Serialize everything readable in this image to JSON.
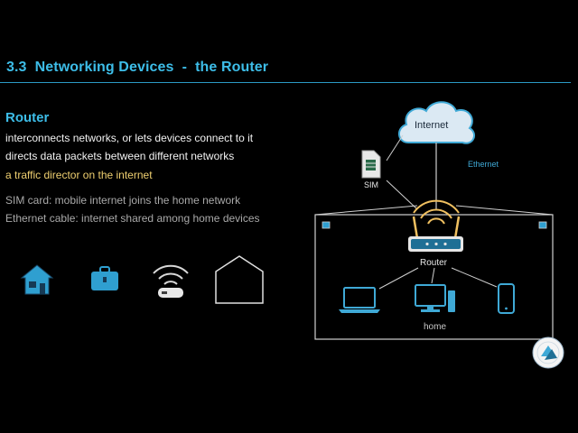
{
  "slide": {
    "title": "3.3  Networking Devices  -  the Router"
  },
  "content": {
    "heading": "Router",
    "line1": "interconnects networks, or lets devices connect to it",
    "line2": "directs data packets between different networks",
    "highlight": "a traffic director on the internet",
    "sim_line": "SIM card:  mobile internet joins the home network",
    "ethernet_line": "Ethernet cable:  internet shared among home devices"
  },
  "icon_row": [
    {
      "icon": "house-icon"
    },
    {
      "icon": "briefcase-icon"
    },
    {
      "icon": "wifi-router-icon"
    },
    {
      "icon": "house-outline-icon"
    }
  ],
  "diagram": {
    "internet_label": "Internet",
    "sim_label": "SIM",
    "ethernet_label": "Ethernet",
    "router_label": "Router",
    "home_label": "home",
    "devices": [
      {
        "icon": "laptop-icon"
      },
      {
        "icon": "desktop-computer-icon"
      },
      {
        "icon": "smartphone-icon"
      }
    ]
  },
  "colors": {
    "background": "#000000",
    "title": "#3dbde8",
    "accent_text": "#f0d070",
    "muted_text": "#a9a9a9",
    "diagram_line": "#cfcfcf",
    "device_blue": "#3fa9d6",
    "signal_gold": "#f0c060"
  }
}
